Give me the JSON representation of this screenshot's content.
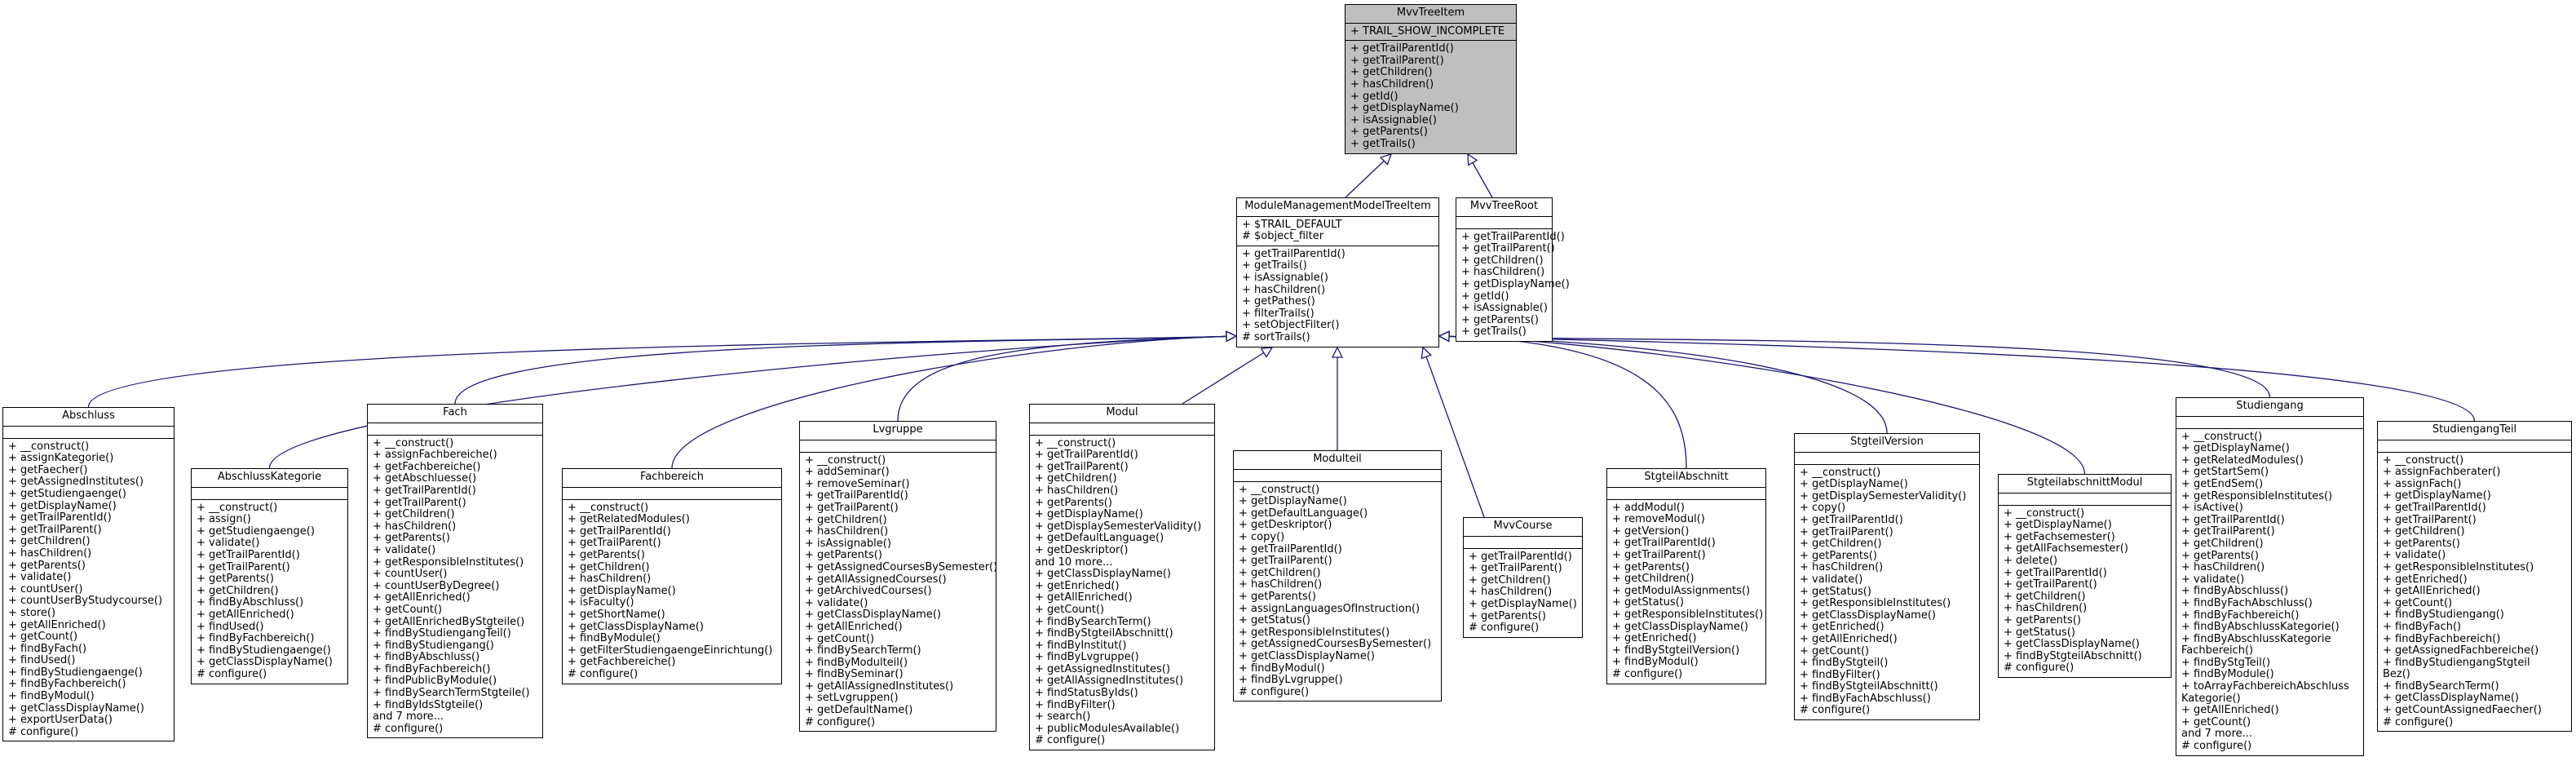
{
  "classes": [
    {
      "id": "mvvtreeitem",
      "name": "MvvTreeItem",
      "root": true,
      "attributes": [
        "+ TRAIL_SHOW_INCOMPLETE"
      ],
      "operations": [
        "+ getTrailParentId()",
        "+ getTrailParent()",
        "+ getChildren()",
        "+ hasChildren()",
        "+ getId()",
        "+ getDisplayName()",
        "+ isAssignable()",
        "+ getParents()",
        "+ getTrails()"
      ]
    },
    {
      "id": "mmmti",
      "name": "ModuleManagementModelTreeItem",
      "attributes": [
        "+ $TRAIL_DEFAULT",
        "# $object_filter"
      ],
      "operations": [
        "+ getTrailParentId()",
        "+ getTrails()",
        "+ isAssignable()",
        "+ hasChildren()",
        "+ getPathes()",
        "+ filterTrails()",
        "+ setObjectFilter()",
        "# sortTrails()"
      ]
    },
    {
      "id": "mvvtreeroot",
      "name": "MvvTreeRoot",
      "attributes": [],
      "operations": [
        "+ getTrailParentId()",
        "+ getTrailParent()",
        "+ getChildren()",
        "+ hasChildren()",
        "+ getDisplayName()",
        "+ getId()",
        "+ isAssignable()",
        "+ getParents()",
        "+ getTrails()"
      ]
    },
    {
      "id": "abschluss",
      "name": "Abschluss",
      "attributes": [],
      "operations": [
        "+ __construct()",
        "+ assignKategorie()",
        "+ getFaecher()",
        "+ getAssignedInstitutes()",
        "+ getStudiengaenge()",
        "+ getDisplayName()",
        "+ getTrailParentId()",
        "+ getTrailParent()",
        "+ getChildren()",
        "+ hasChildren()",
        "+ getParents()",
        "+ validate()",
        "+ countUser()",
        "+ countUserByStudycourse()",
        "+ store()",
        "+ getAllEnriched()",
        "+ getCount()",
        "+ findByFach()",
        "+ findUsed()",
        "+ findByStudiengaenge()",
        "+ findByFachbereich()",
        "+ findByModul()",
        "+ getClassDisplayName()",
        "+ exportUserData()",
        "# configure()"
      ]
    },
    {
      "id": "abschlusskategorie",
      "name": "AbschlussKategorie",
      "attributes": [],
      "operations": [
        "+ __construct()",
        "+ assign()",
        "+ getStudiengaenge()",
        "+ validate()",
        "+ getTrailParentId()",
        "+ getTrailParent()",
        "+ getParents()",
        "+ getChildren()",
        "+ findByAbschluss()",
        "+ getAllEnriched()",
        "+ findUsed()",
        "+ findByFachbereich()",
        "+ findByStudiengaenge()",
        "+ getClassDisplayName()",
        "# configure()"
      ]
    },
    {
      "id": "fach",
      "name": "Fach",
      "attributes": [],
      "operations": [
        "+ __construct()",
        "+ assignFachbereiche()",
        "+ getFachbereiche()",
        "+ getAbschluesse()",
        "+ getTrailParentId()",
        "+ getTrailParent()",
        "+ getChildren()",
        "+ hasChildren()",
        "+ getParents()",
        "+ validate()",
        "+ getResponsibleInstitutes()",
        "+ countUser()",
        "+ countUserByDegree()",
        "+ getAllEnriched()",
        "+ getCount()",
        "+ getAllEnrichedByStgteile()",
        "+ findByStudiengangTeil()",
        "+ findByStudiengang()",
        "+ findByAbschluss()",
        "+ findByFachbereich()",
        "+ findPublicByModule()",
        "+ findBySearchTermStgteile()",
        "+ findByIdsStgteile()",
        "and 7 more...",
        "# configure()"
      ]
    },
    {
      "id": "fachbereich",
      "name": "Fachbereich",
      "attributes": [],
      "operations": [
        "+ __construct()",
        "+ getRelatedModules()",
        "+ getTrailParentId()",
        "+ getTrailParent()",
        "+ getParents()",
        "+ getChildren()",
        "+ hasChildren()",
        "+ getDisplayName()",
        "+ isFaculty()",
        "+ getShortName()",
        "+ getClassDisplayName()",
        "+ findByModule()",
        "+ getFilterStudiengaengeEinrichtung()",
        "+ getFachbereiche()",
        "# configure()"
      ]
    },
    {
      "id": "lvgruppe",
      "name": "Lvgruppe",
      "attributes": [],
      "operations": [
        "+ __construct()",
        "+ addSeminar()",
        "+ removeSeminar()",
        "+ getTrailParentId()",
        "+ getTrailParent()",
        "+ getChildren()",
        "+ hasChildren()",
        "+ isAssignable()",
        "+ getParents()",
        "+ getAssignedCoursesBySemester()",
        "+ getAllAssignedCourses()",
        "+ getArchivedCourses()",
        "+ validate()",
        "+ getClassDisplayName()",
        "+ getAllEnriched()",
        "+ getCount()",
        "+ findBySearchTerm()",
        "+ findByModulteil()",
        "+ findBySeminar()",
        "+ getAllAssignedInstitutes()",
        "+ setLvgruppen()",
        "+ getDefaultName()",
        "# configure()"
      ]
    },
    {
      "id": "modul",
      "name": "Modul",
      "attributes": [],
      "operations": [
        "+ __construct()",
        "+ getTrailParentId()",
        "+ getTrailParent()",
        "+ getChildren()",
        "+ hasChildren()",
        "+ getParents()",
        "+ getDisplayName()",
        "+ getDisplaySemesterValidity()",
        "+ getDefaultLanguage()",
        "+ getDeskriptor()",
        "and 10 more...",
        "+ getClassDisplayName()",
        "+ getEnriched()",
        "+ getAllEnriched()",
        "+ getCount()",
        "+ findBySearchTerm()",
        "+ findByStgteilAbschnitt()",
        "+ findByInstitut()",
        "+ findByLvgruppe()",
        "+ getAssignedInstitutes()",
        "+ getAllAssignedInstitutes()",
        "+ findStatusByIds()",
        "+ findByFilter()",
        "+ search()",
        "+ publicModulesAvailable()",
        "# configure()"
      ]
    },
    {
      "id": "modulteil",
      "name": "Modulteil",
      "attributes": [],
      "operations": [
        "+ __construct()",
        "+ getDisplayName()",
        "+ getDefaultLanguage()",
        "+ getDeskriptor()",
        "+ copy()",
        "+ getTrailParentId()",
        "+ getTrailParent()",
        "+ getChildren()",
        "+ hasChildren()",
        "+ getParents()",
        "+ assignLanguagesOfInstruction()",
        "+ getStatus()",
        "+ getResponsibleInstitutes()",
        "+ getAssignedCoursesBySemester()",
        "+ getClassDisplayName()",
        "+ findByModul()",
        "+ findByLvgruppe()",
        "# configure()"
      ]
    },
    {
      "id": "mvvcourse",
      "name": "MvvCourse",
      "attributes": [],
      "operations": [
        "+ getTrailParentId()",
        "+ getTrailParent()",
        "+ getChildren()",
        "+ hasChildren()",
        "+ getDisplayName()",
        "+ getParents()",
        "# configure()"
      ]
    },
    {
      "id": "stgteilabschnitt",
      "name": "StgteilAbschnitt",
      "attributes": [],
      "operations": [
        "+ addModul()",
        "+ removeModul()",
        "+ getVersion()",
        "+ getTrailParentId()",
        "+ getTrailParent()",
        "+ getParents()",
        "+ getChildren()",
        "+ getModulAssignments()",
        "+ getStatus()",
        "+ getResponsibleInstitutes()",
        "+ getClassDisplayName()",
        "+ getEnriched()",
        "+ findByStgteilVersion()",
        "+ findByModul()",
        "# configure()"
      ]
    },
    {
      "id": "stgteilversion",
      "name": "StgteilVersion",
      "attributes": [],
      "operations": [
        "+ __construct()",
        "+ getDisplayName()",
        "+ getDisplaySemesterValidity()",
        "+ copy()",
        "+ getTrailParentId()",
        "+ getTrailParent()",
        "+ getChildren()",
        "+ getParents()",
        "+ hasChildren()",
        "+ validate()",
        "+ getStatus()",
        "+ getResponsibleInstitutes()",
        "+ getClassDisplayName()",
        "+ getEnriched()",
        "+ getAllEnriched()",
        "+ getCount()",
        "+ findByStgteil()",
        "+ findByFilter()",
        "+ findByStgteilAbschnitt()",
        "+ findByFachAbschluss()",
        "# configure()"
      ]
    },
    {
      "id": "stgteilabschnittmodul",
      "name": "StgteilabschnittModul",
      "attributes": [],
      "operations": [
        "+ __construct()",
        "+ getDisplayName()",
        "+ getFachsemester()",
        "+ getAllFachsemester()",
        "+ delete()",
        "+ getTrailParentId()",
        "+ getTrailParent()",
        "+ getChildren()",
        "+ hasChildren()",
        "+ getParents()",
        "+ getStatus()",
        "+ getClassDisplayName()",
        "+ findByStgteilAbschnitt()",
        "# configure()"
      ]
    },
    {
      "id": "studiengang",
      "name": "Studiengang",
      "attributes": [],
      "operations": [
        "+ __construct()",
        "+ getDisplayName()",
        "+ getRelatedModules()",
        "+ getStartSem()",
        "+ getEndSem()",
        "+ getResponsibleInstitutes()",
        "+ isActive()",
        "+ getTrailParentId()",
        "+ getTrailParent()",
        "+ getChildren()",
        "+ getParents()",
        "+ hasChildren()",
        "+ validate()",
        "+ findByAbschluss()",
        "+ findByFachAbschluss()",
        "+ findByFachbereich()",
        "+ findByAbschlussKategorie()",
        "+ findByAbschlussKategorie",
        "Fachbereich()",
        "+ findByStgTeil()",
        "+ findByModule()",
        "+ toArrayFachbereichAbschluss",
        "Kategorie()",
        "+ getAllEnriched()",
        "+ getCount()",
        "and 7 more...",
        "# configure()"
      ]
    },
    {
      "id": "studiengangteil",
      "name": "StudiengangTeil",
      "attributes": [],
      "operations": [
        "+ __construct()",
        "+ assignFachberater()",
        "+ assignFach()",
        "+ getDisplayName()",
        "+ getTrailParentId()",
        "+ getTrailParent()",
        "+ getChildren()",
        "+ getParents()",
        "+ validate()",
        "+ getResponsibleInstitutes()",
        "+ getEnriched()",
        "+ getAllEnriched()",
        "+ getCount()",
        "+ findByStudiengang()",
        "+ findByFach()",
        "+ findByFachbereich()",
        "+ getAssignedFachbereiche()",
        "+ findByStudiengangStgteil",
        "Bez()",
        "+ findBySearchTerm()",
        "+ getClassDisplayName()",
        "+ getCountAssignedFaecher()",
        "# configure()"
      ]
    }
  ],
  "colors": {
    "edge": "#191970",
    "root_fill": "#bfbfbf",
    "box_fill": "#ffffff",
    "border": "#000000"
  }
}
